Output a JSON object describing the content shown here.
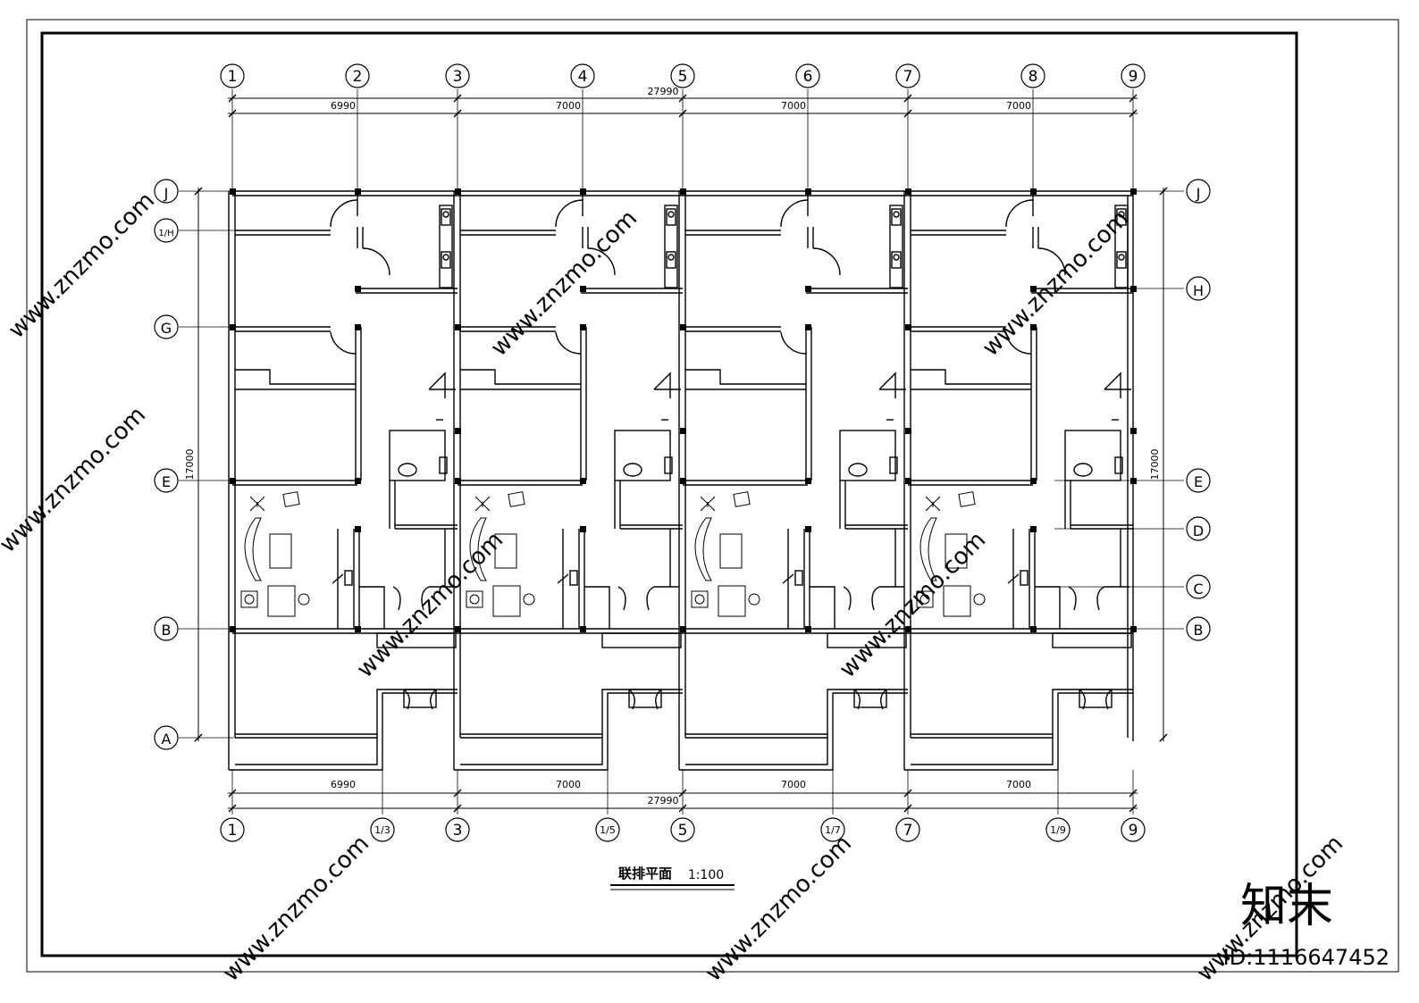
{
  "drawing": {
    "title": "联排平面",
    "scale": "1:100"
  },
  "axes_x_top": [
    "1",
    "2",
    "3",
    "4",
    "5",
    "6",
    "7",
    "8",
    "9"
  ],
  "axes_x_bottom": [
    "1",
    "1/3",
    "3",
    "1/5",
    "5",
    "1/7",
    "7",
    "1/9",
    "9"
  ],
  "axes_y_left": [
    "J",
    "1/H",
    "G",
    "E",
    "B",
    "A"
  ],
  "axes_y_right": [
    "J",
    "H",
    "E",
    "D",
    "C",
    "B"
  ],
  "dims": {
    "top_total": "27990",
    "top_segments": [
      "6990",
      "7000",
      "7000",
      "7000"
    ],
    "bottom_segments": [
      "6990",
      "7000",
      "7000",
      "7000"
    ],
    "bottom_total": "27990",
    "left_total": "17000",
    "right_total": "17000"
  },
  "watermark": {
    "site": "www.znzmo.com",
    "brand": "知末",
    "id_label": "ID:1116647452"
  }
}
